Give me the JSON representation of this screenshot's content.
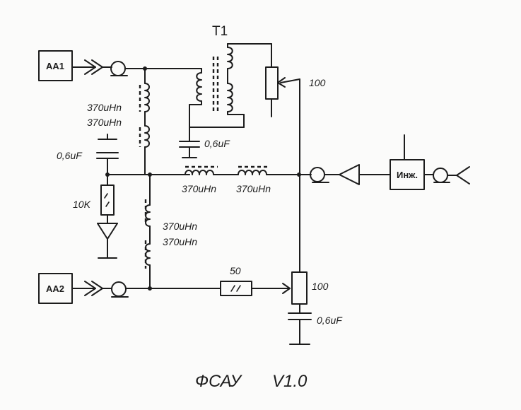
{
  "blocks": {
    "aa1": "АА1",
    "aa2": "АА2",
    "injector": "Инж."
  },
  "transformer": {
    "name": "T1"
  },
  "labels": {
    "l_top_1": "370uHn",
    "l_top_2": "370uHn",
    "l_mid_1": "370uHn",
    "l_mid_2": "370uHn",
    "l_horiz_1": "370uHn",
    "l_horiz_2": "370uHn",
    "c_left": "0,6uF",
    "c_trafo": "0,6uF",
    "c_bottom": "0,6uF",
    "r_left": "10K",
    "r_pot_top": "100",
    "r_pot_bottom": "100",
    "r_series": "50"
  },
  "title": {
    "main": "ФСАУ",
    "version": "V1.0"
  }
}
